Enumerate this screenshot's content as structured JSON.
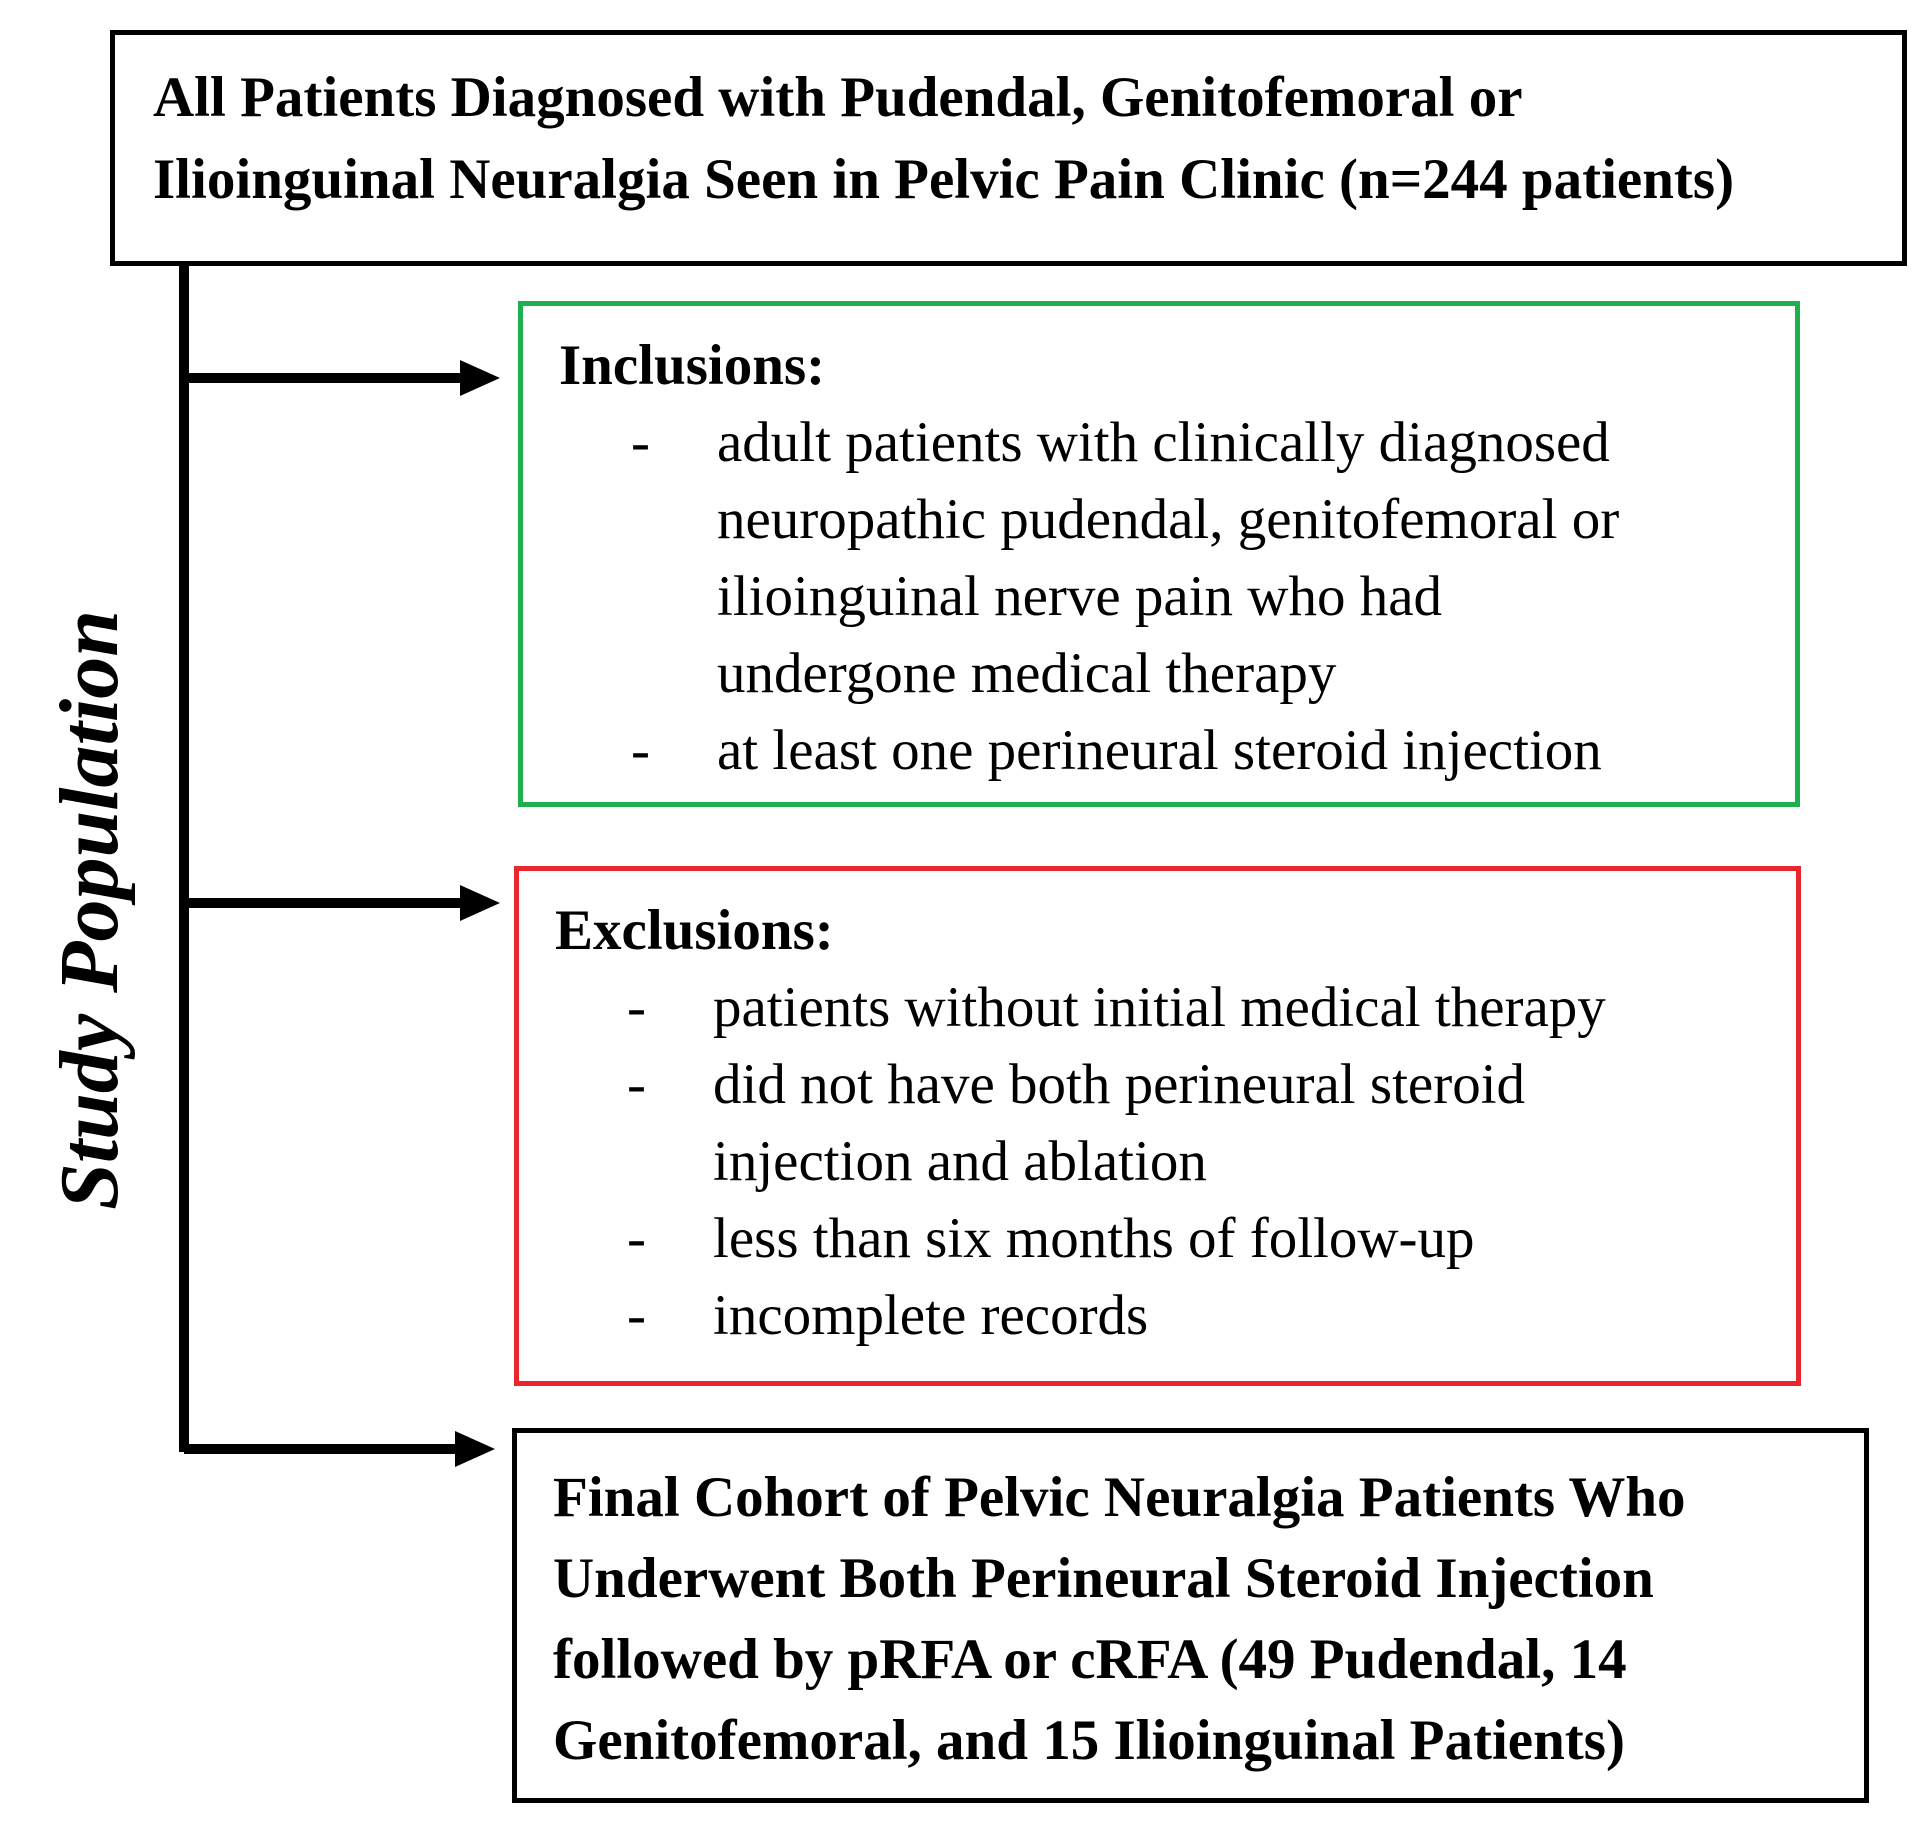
{
  "side_label": "Study Population",
  "top_box": {
    "lines": [
      "All Patients Diagnosed with Pudendal, Genitofemoral or",
      "Ilioinguinal Neuralgia Seen in Pelvic Pain Clinic (n=244 patients)"
    ]
  },
  "inclusions": {
    "heading": "Inclusions:",
    "bullet": "-",
    "items": [
      {
        "lines": [
          "adult patients with clinically diagnosed",
          "neuropathic pudendal, genitofemoral or",
          "ilioinguinal nerve pain who had",
          "undergone medical therapy"
        ]
      },
      {
        "lines": [
          "at least one perineural steroid injection"
        ]
      }
    ],
    "border_color": "#1eb04e"
  },
  "exclusions": {
    "heading": "Exclusions:",
    "bullet": "-",
    "items": [
      {
        "lines": [
          "patients without initial medical therapy"
        ]
      },
      {
        "lines": [
          "did not have both perineural steroid",
          "injection and ablation"
        ]
      },
      {
        "lines": [
          "less than six months of follow-up"
        ]
      },
      {
        "lines": [
          "incomplete records"
        ]
      }
    ],
    "border_color": "#e8262b"
  },
  "final_box": {
    "lines": [
      "Final Cohort of Pelvic Neuralgia Patients Who",
      "Underwent Both Perineural Steroid Injection",
      "followed by pRFA or cRFA  (49 Pudendal, 14",
      "Genitofemoral, and 15 Ilioinguinal Patients)"
    ]
  }
}
